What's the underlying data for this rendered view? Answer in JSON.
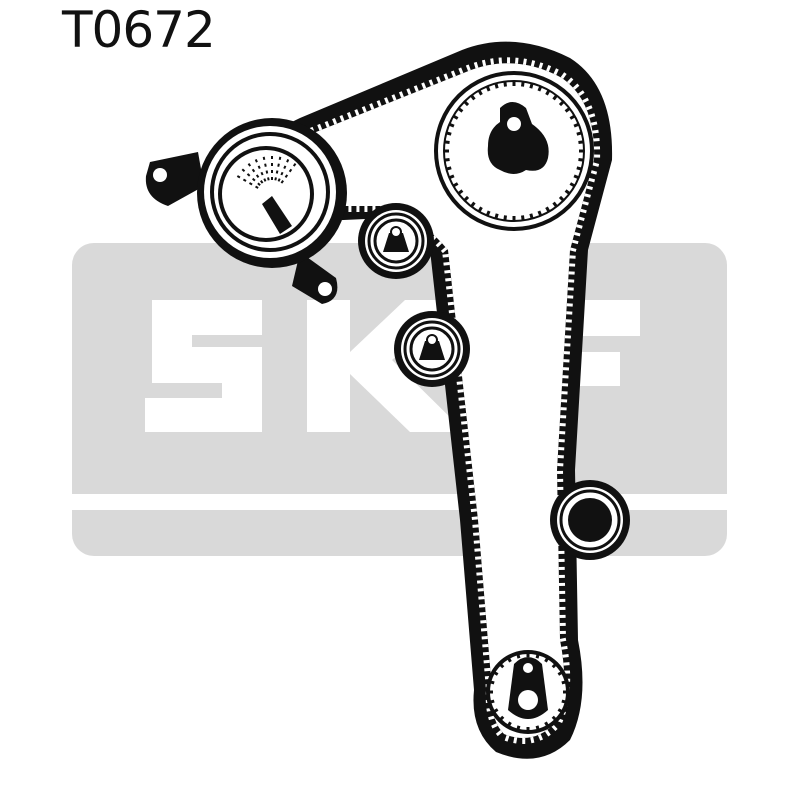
{
  "diagram": {
    "part_number": "T0672",
    "brand_watermark": "SKF",
    "colors": {
      "ink": "#111111",
      "watermark_gray": "#d9d9d9",
      "paper": "#ffffff"
    },
    "components": [
      {
        "name": "camshaft-sprocket",
        "icon": "toothed-pulley"
      },
      {
        "name": "tensioner-pulley",
        "icon": "eccentric-tensioner"
      },
      {
        "name": "idler-pulley-upper",
        "icon": "idler-roller"
      },
      {
        "name": "idler-pulley-middle",
        "icon": "idler-roller"
      },
      {
        "name": "idler-pulley-lower",
        "icon": "smooth-roller"
      },
      {
        "name": "crankshaft-sprocket",
        "icon": "toothed-pulley"
      },
      {
        "name": "timing-belt",
        "icon": "toothed-belt"
      }
    ]
  }
}
